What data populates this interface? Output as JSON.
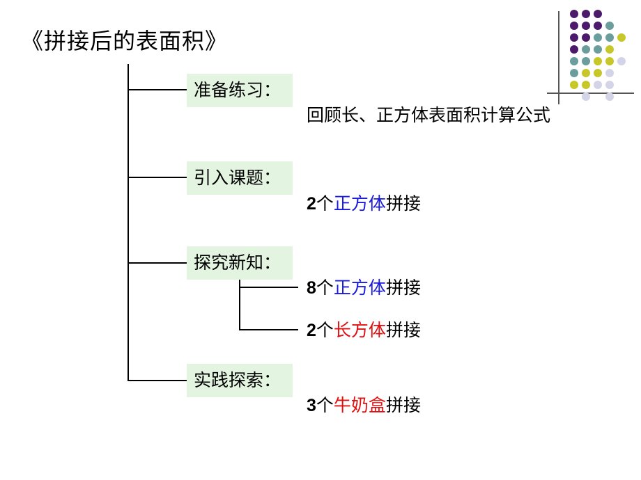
{
  "title": "《拼接后的表面积》",
  "colors": {
    "box_bg": "#e3f5e1",
    "blue": "#1a1adb",
    "red": "#e01010",
    "dot_purple": "#4b1a6b",
    "dot_teal": "#6b9d9d",
    "dot_yellow": "#c7c72a",
    "dot_lavender": "#d4d4e8"
  },
  "sections": [
    {
      "label": "准备练习：",
      "items": [
        {
          "parts": [
            {
              "text": "回顾长、正方体表面积计算公式",
              "style": "plain"
            }
          ]
        }
      ]
    },
    {
      "label": "引入课题：",
      "items": [
        {
          "parts": [
            {
              "text": "2",
              "style": "num"
            },
            {
              "text": "个",
              "style": "plain"
            },
            {
              "text": "正方体",
              "style": "blue"
            },
            {
              "text": "拼接",
              "style": "plain"
            }
          ]
        }
      ]
    },
    {
      "label": "探究新知：",
      "items": [
        {
          "parts": [
            {
              "text": "8",
              "style": "num"
            },
            {
              "text": "个",
              "style": "plain"
            },
            {
              "text": "正方体",
              "style": "blue"
            },
            {
              "text": "拼接",
              "style": "plain"
            }
          ]
        },
        {
          "parts": [
            {
              "text": "2",
              "style": "num"
            },
            {
              "text": "个",
              "style": "plain"
            },
            {
              "text": "长方体",
              "style": "red"
            },
            {
              "text": "拼接",
              "style": "plain"
            }
          ]
        }
      ]
    },
    {
      "label": "实践探索：",
      "items": [
        {
          "parts": [
            {
              "text": "3",
              "style": "num"
            },
            {
              "text": "个",
              "style": "plain"
            },
            {
              "text": "牛奶盒",
              "style": "red"
            },
            {
              "text": "拼接",
              "style": "plain"
            }
          ]
        }
      ]
    }
  ]
}
